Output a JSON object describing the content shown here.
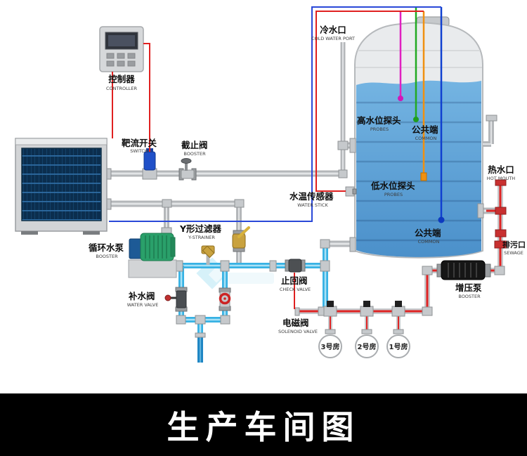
{
  "banner": {
    "title": "生产车间图"
  },
  "labels": {
    "controller": {
      "zh": "控制器",
      "en": "CONTROLLER"
    },
    "flow_switch": {
      "zh": "靶流开关",
      "en": "SWITCH"
    },
    "stop_valve": {
      "zh": "截止阀",
      "en": "BOOSTER"
    },
    "cold_water_port": {
      "zh": "冷水口",
      "en": "COLD WATER PORT"
    },
    "high_level_probe": {
      "zh": "高水位探头",
      "en": "PROBES"
    },
    "common_top": {
      "zh": "公共端",
      "en": "COMMON"
    },
    "low_level_probe": {
      "zh": "低水位探头",
      "en": "PROBES"
    },
    "common_bottom": {
      "zh": "公共端",
      "en": "COMMON"
    },
    "hot_water_port": {
      "zh": "热水口",
      "en": "HOT MOUTH"
    },
    "sewage_port": {
      "zh": "排污口",
      "en": "SEWAGE"
    },
    "booster_pump": {
      "zh": "增压泵",
      "en": "BOOSTER"
    },
    "water_temp_sensor": {
      "zh": "水温传感器",
      "en": "WATER STICK"
    },
    "y_strainer": {
      "zh": "Y形过滤器",
      "en": "Y-STRAINER"
    },
    "circulation_pump": {
      "zh": "循环水泵",
      "en": "BOOSTER"
    },
    "makeup_valve": {
      "zh": "补水阀",
      "en": "WATER VALVE"
    },
    "check_valve": {
      "zh": "止回阀",
      "en": "CHECK VALVE"
    },
    "solenoid_valve": {
      "zh": "电磁阀",
      "en": "SOLENOID VALVE"
    }
  },
  "rooms": [
    "3号房",
    "2号房",
    "1号房"
  ],
  "colors": {
    "pipe_gray": "#b4b7ba",
    "pipe_cyan": "#38b2e4",
    "pipe_hot_core": "#e02424",
    "wire_red": "#e02020",
    "wire_blue": "#2a48d8",
    "probe_high": "#e020c0",
    "probe_common_top": "#22aa22",
    "probe_low": "#f09010",
    "probe_common_bottom": "#1040d0",
    "tank_water": "#5aa7dc",
    "banner_bg": "#000000"
  }
}
